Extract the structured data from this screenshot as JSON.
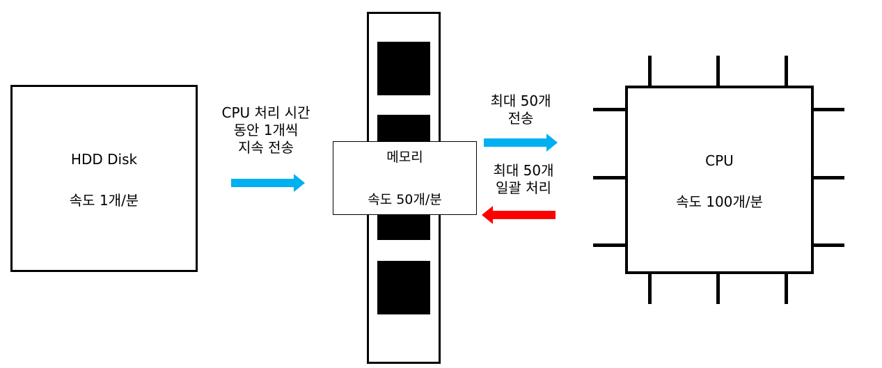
{
  "hdd": {
    "name": "HDD Disk",
    "speed": "속도 1개/분"
  },
  "memory": {
    "name": "메모리",
    "speed": "속도 50개/분"
  },
  "cpu": {
    "name": "CPU",
    "speed": "속도 100개/분"
  },
  "transfer_hdd_to_memory": {
    "lines": [
      "CPU 처리 시간",
      "동안 1개씩",
      "지속 전송"
    ]
  },
  "transfer_memory_to_cpu": {
    "lines": [
      "최대 50개",
      "전송"
    ]
  },
  "transfer_cpu_to_memory": {
    "lines": [
      "최대 50개",
      "일괄 처리"
    ]
  },
  "colors": {
    "blue_arrow": "#00b0f0",
    "red_arrow": "#ff0000"
  }
}
